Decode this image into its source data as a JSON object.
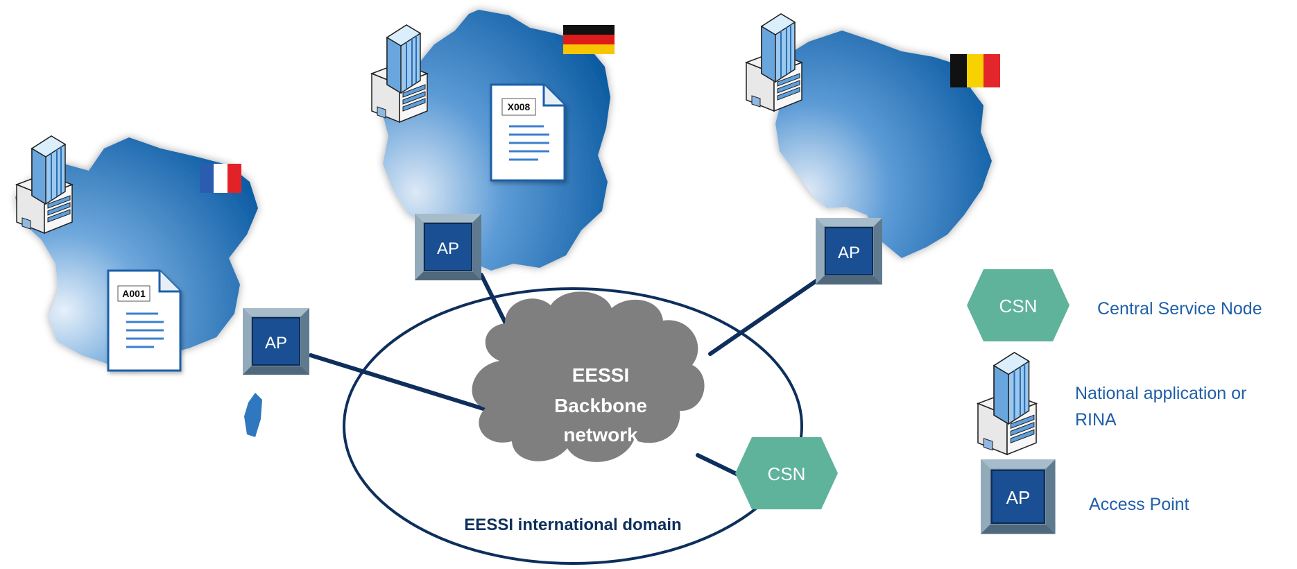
{
  "diagram": {
    "cloud_label_lines": [
      "EESSI",
      "Backbone",
      "network"
    ],
    "domain_label": "EESSI international domain",
    "access_point_label": "AP",
    "csn_label": "CSN",
    "documents": {
      "france": "A001",
      "germany": "X008"
    }
  },
  "legend": {
    "csn_symbol": "CSN",
    "csn_text": "Central Service Node",
    "building_text_line1": "National application or",
    "building_text_line2": "RINA",
    "ap_symbol": "AP",
    "ap_text": "Access Point"
  },
  "colors": {
    "map_blue": "#0a5aa3",
    "ap_blue": "#1a4f93",
    "csn_green": "#5fb39a",
    "cloud_gray": "#7f7f7f",
    "line_navy": "#0e2f5c",
    "legend_text": "#1f5fa8"
  }
}
